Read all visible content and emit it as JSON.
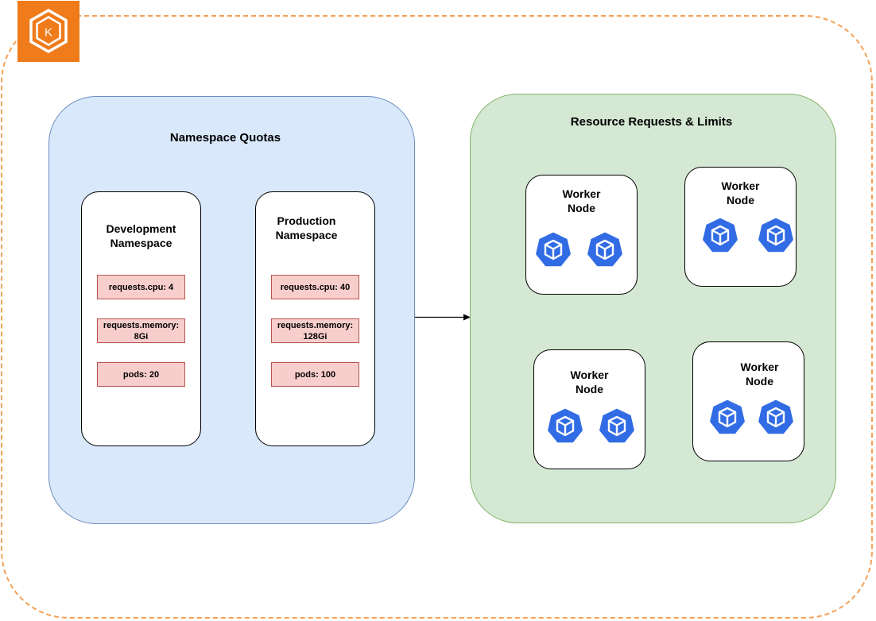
{
  "logo": {
    "icon": "kubernetes-k-icon",
    "letter": "K",
    "color": "#ef7b1a"
  },
  "namespace_group": {
    "title": "Namespace Quotas",
    "namespaces": [
      {
        "title": "Development\nNamespace",
        "quotas": [
          "requests.cpu: 4",
          "requests.memory:\n8Gi",
          "pods: 20"
        ]
      },
      {
        "title": "Production\nNamespace",
        "quotas": [
          "requests.cpu: 40",
          "requests.memory:\n128Gi",
          "pods: 100"
        ]
      }
    ]
  },
  "resource_group": {
    "title": "Resource Requests & Limits",
    "nodes": [
      {
        "title": "Worker\nNode",
        "pod_icon": "kubernetes-pod-icon"
      },
      {
        "title": "Worker\nNode",
        "pod_icon": "kubernetes-pod-icon"
      },
      {
        "title": "Worker\nNode",
        "pod_icon": "kubernetes-pod-icon"
      },
      {
        "title": "Worker\nNode",
        "pod_icon": "kubernetes-pod-icon"
      }
    ]
  },
  "colors": {
    "frame_border": "#f5a057",
    "namespace_fill": "#dae8fc",
    "resource_fill": "#d5e8d4",
    "quota_fill": "#f8cecc",
    "pod_blue": "#326ce5"
  }
}
